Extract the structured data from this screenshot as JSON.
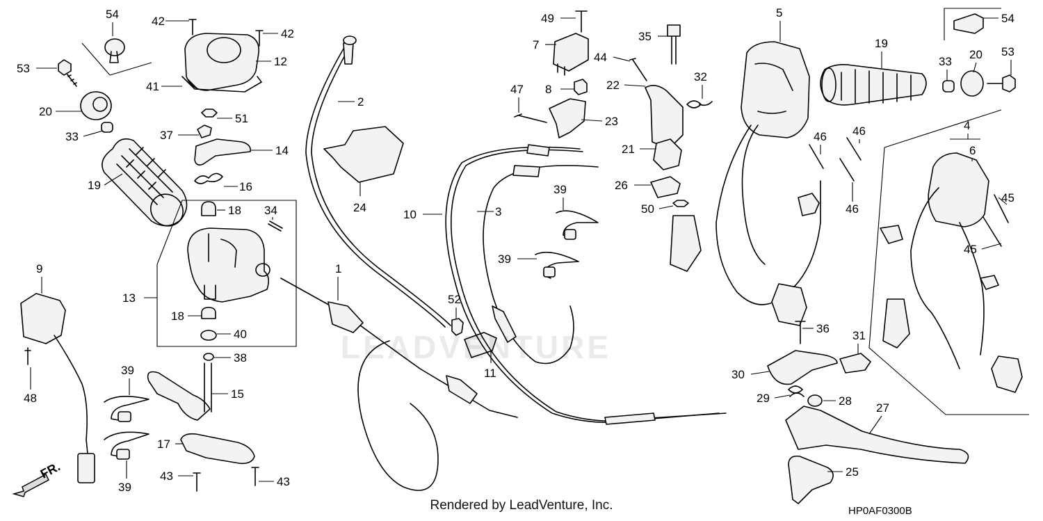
{
  "diagram": {
    "footer": "Rendered by LeadVenture, Inc.",
    "code": "HP0AF0300B",
    "watermark": "LEADVENTURE",
    "direction_label": "FR.",
    "callouts": [
      {
        "id": "c54a",
        "label": "54"
      },
      {
        "id": "c42a",
        "label": "42"
      },
      {
        "id": "c42b",
        "label": "42"
      },
      {
        "id": "c12",
        "label": "12"
      },
      {
        "id": "c53a",
        "label": "53"
      },
      {
        "id": "c41",
        "label": "41"
      },
      {
        "id": "c20a",
        "label": "20"
      },
      {
        "id": "c51",
        "label": "51"
      },
      {
        "id": "c33a",
        "label": "33"
      },
      {
        "id": "c37",
        "label": "37"
      },
      {
        "id": "c14",
        "label": "14"
      },
      {
        "id": "c19a",
        "label": "19"
      },
      {
        "id": "c16",
        "label": "16"
      },
      {
        "id": "c18a",
        "label": "18"
      },
      {
        "id": "c34",
        "label": "34"
      },
      {
        "id": "c13",
        "label": "13"
      },
      {
        "id": "c18b",
        "label": "18"
      },
      {
        "id": "c40",
        "label": "40"
      },
      {
        "id": "c38",
        "label": "38"
      },
      {
        "id": "c9",
        "label": "9"
      },
      {
        "id": "c48",
        "label": "48"
      },
      {
        "id": "c39a",
        "label": "39"
      },
      {
        "id": "c15",
        "label": "15"
      },
      {
        "id": "c17",
        "label": "17"
      },
      {
        "id": "c39b",
        "label": "39"
      },
      {
        "id": "c43a",
        "label": "43"
      },
      {
        "id": "c43b",
        "label": "43"
      },
      {
        "id": "c2",
        "label": "2"
      },
      {
        "id": "c24",
        "label": "24"
      },
      {
        "id": "c1",
        "label": "1"
      },
      {
        "id": "c10",
        "label": "10"
      },
      {
        "id": "c3",
        "label": "3"
      },
      {
        "id": "c52",
        "label": "52"
      },
      {
        "id": "c11",
        "label": "11"
      },
      {
        "id": "c49",
        "label": "49"
      },
      {
        "id": "c7",
        "label": "7"
      },
      {
        "id": "c44",
        "label": "44"
      },
      {
        "id": "c47",
        "label": "47"
      },
      {
        "id": "c8",
        "label": "8"
      },
      {
        "id": "c23",
        "label": "23"
      },
      {
        "id": "c39c",
        "label": "39"
      },
      {
        "id": "c39d",
        "label": "39"
      },
      {
        "id": "c35",
        "label": "35"
      },
      {
        "id": "c22",
        "label": "22"
      },
      {
        "id": "c32",
        "label": "32"
      },
      {
        "id": "c21",
        "label": "21"
      },
      {
        "id": "c26",
        "label": "26"
      },
      {
        "id": "c50",
        "label": "50"
      },
      {
        "id": "c5",
        "label": "5"
      },
      {
        "id": "c46a",
        "label": "46"
      },
      {
        "id": "c46b",
        "label": "46"
      },
      {
        "id": "c46c",
        "label": "46"
      },
      {
        "id": "c36",
        "label": "36"
      },
      {
        "id": "c31",
        "label": "31"
      },
      {
        "id": "c30",
        "label": "30"
      },
      {
        "id": "c29",
        "label": "29"
      },
      {
        "id": "c28",
        "label": "28"
      },
      {
        "id": "c27",
        "label": "27"
      },
      {
        "id": "c25",
        "label": "25"
      },
      {
        "id": "c54b",
        "label": "54"
      },
      {
        "id": "c19b",
        "label": "19"
      },
      {
        "id": "c33b",
        "label": "33"
      },
      {
        "id": "c20b",
        "label": "20"
      },
      {
        "id": "c53b",
        "label": "53"
      },
      {
        "id": "c4",
        "label": "4"
      },
      {
        "id": "c6",
        "label": "6"
      },
      {
        "id": "c45a",
        "label": "45"
      },
      {
        "id": "c45b",
        "label": "45"
      }
    ]
  }
}
